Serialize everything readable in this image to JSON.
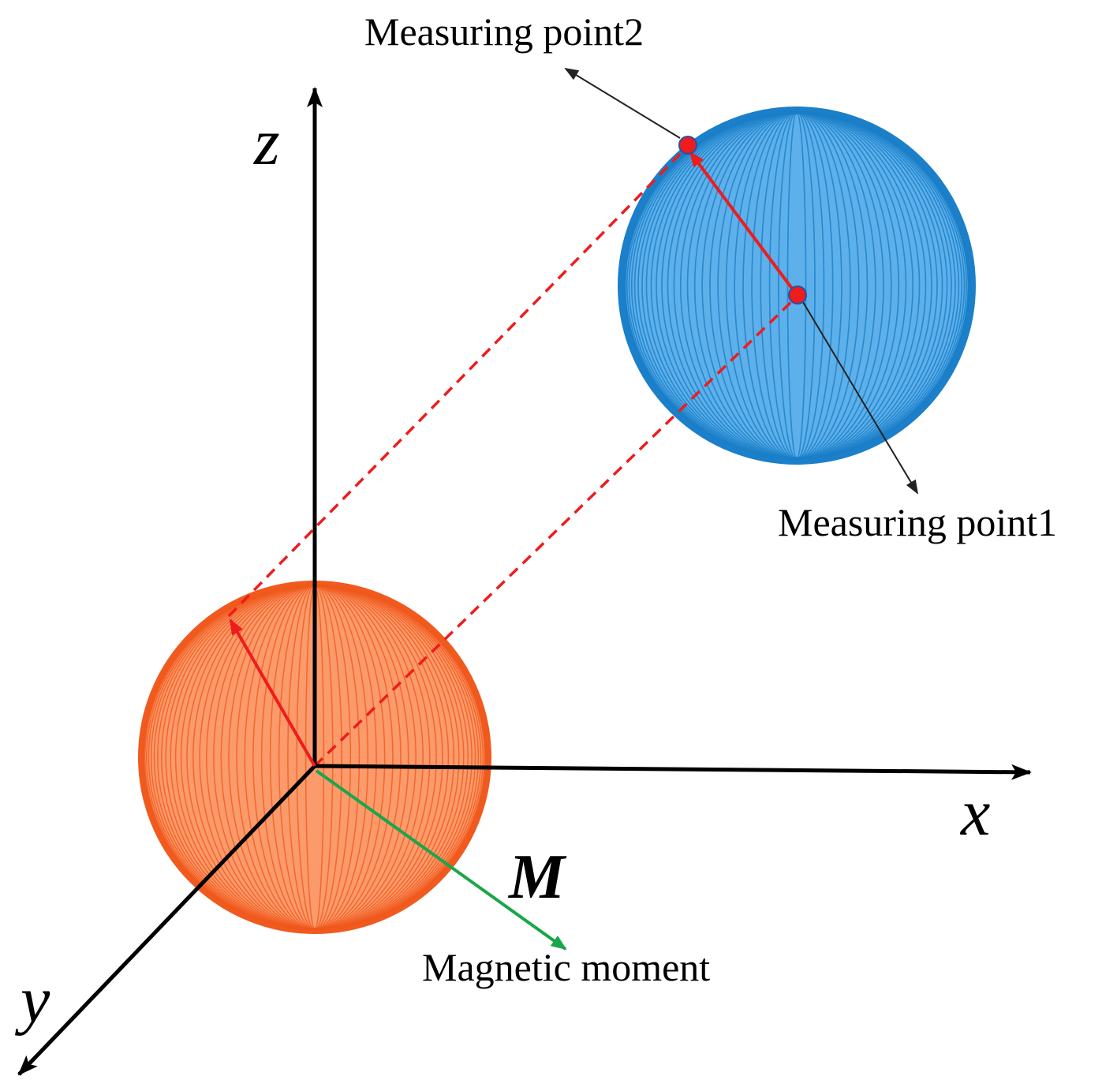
{
  "labels": {
    "z_axis": "z",
    "x_axis": "x",
    "y_axis": "y",
    "moment_symbol": "M",
    "moment_caption": "Magnetic moment",
    "point1": "Measuring point1",
    "point2": "Measuring point2"
  },
  "colors": {
    "source_sphere": "#f05a1e",
    "measure_sphere": "#1b7fc9",
    "projection": "#ee1c1c",
    "moment_vector": "#1aa64a",
    "axes": "#000000",
    "leader": "#222222"
  }
}
